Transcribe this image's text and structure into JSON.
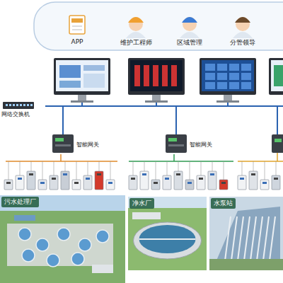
{
  "diagram": {
    "nodes": [
      {
        "text": [
          "APP"
        ]
      },
      {
        "text": [
          "维护工程师"
        ]
      },
      {
        "text": [
          "区域管理"
        ]
      },
      {
        "text": [
          "分管领导"
        ]
      },
      {
        "text": [
          "网络交换机"
        ]
      },
      {
        "text": [
          "智能网关"
        ]
      },
      {
        "text": [
          "智能网关"
        ]
      },
      {
        "text": [
          "污水处理厂"
        ]
      },
      {
        "text": [
          "净水厂"
        ]
      },
      {
        "text": [
          "水泵站"
        ]
      }
    ],
    "edges": [
      {
        "from": 4,
        "to": 5,
        "arrow": "none"
      },
      {
        "from": 4,
        "to": 6,
        "arrow": "none"
      }
    ]
  }
}
